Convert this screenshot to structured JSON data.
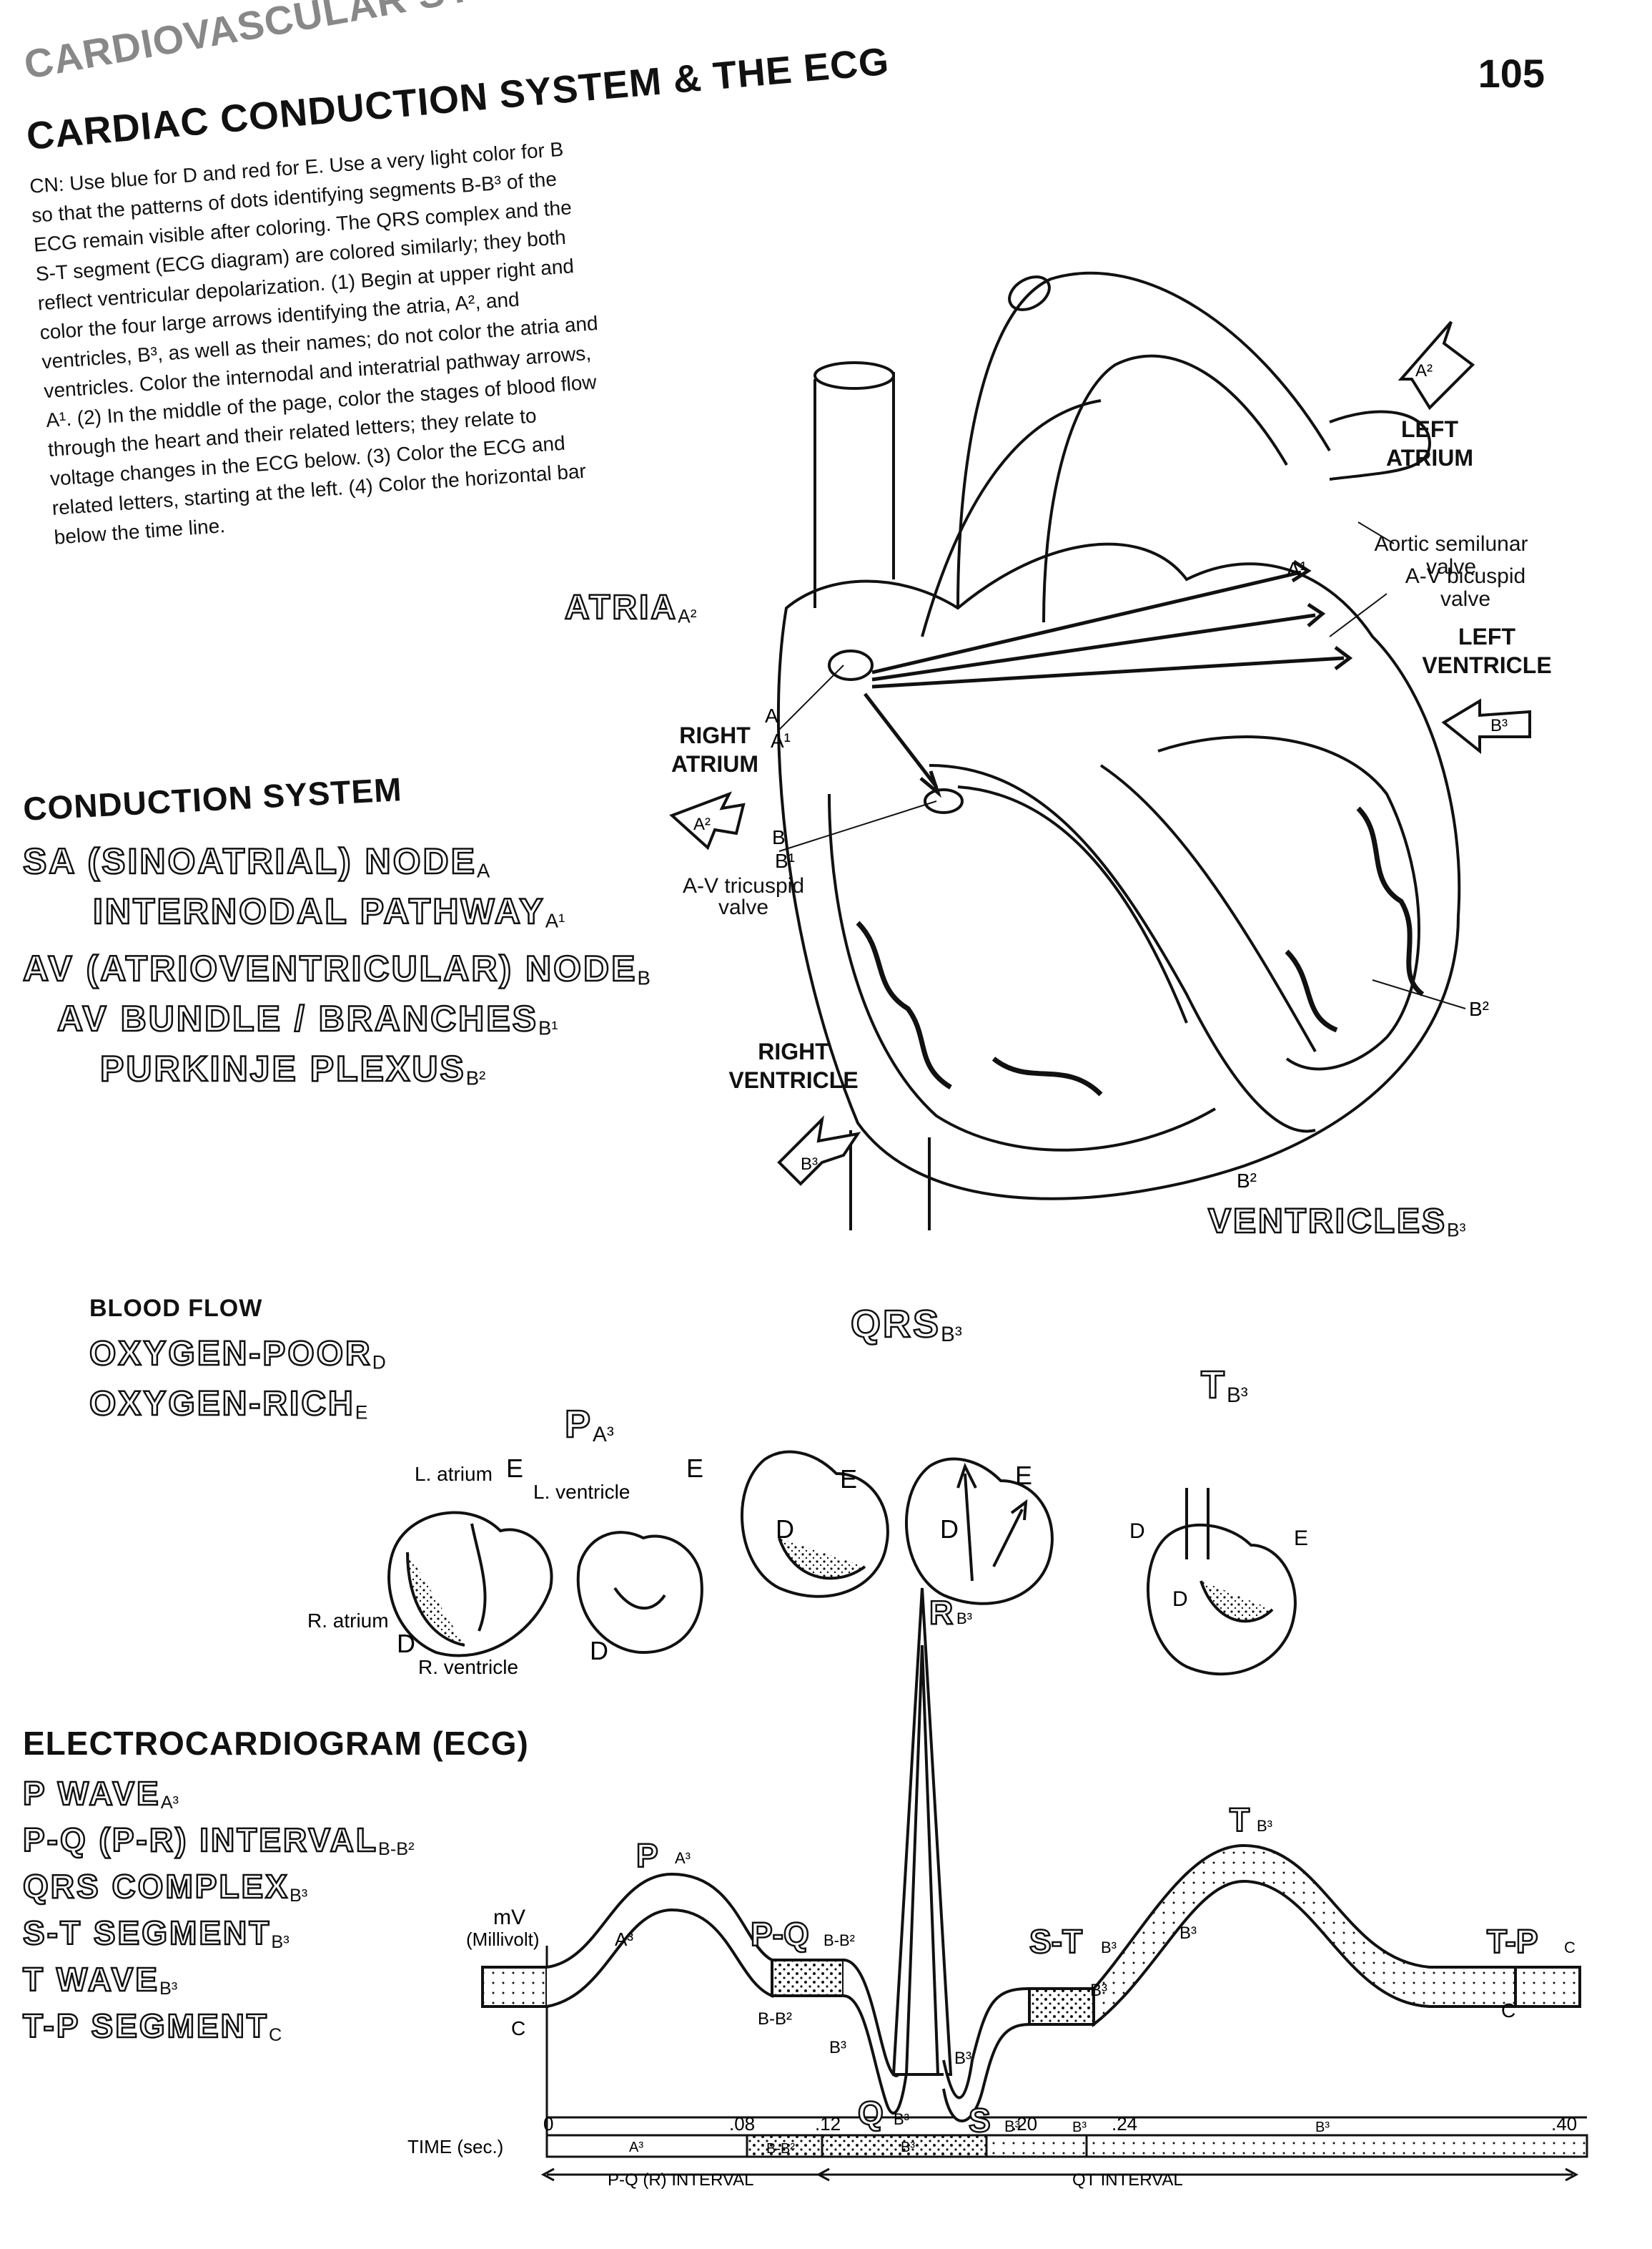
{
  "header": {
    "chapter": "CARDIOVASCULAR SYSTEM",
    "title": "CARDIAC CONDUCTION SYSTEM & THE ECG",
    "page_number": "105"
  },
  "instructions": "CN: Use blue for D and red for E. Use a very light color for B so that the patterns of dots identifying segments B-B³ of the ECG remain visible after coloring. The QRS complex and the S-T segment (ECG diagram) are colored similarly; they both reflect ventricular depolarization. (1) Begin at upper right and color the four large arrows identifying the atria, A², and ventricles, B³, as well as their names; do not color the atria and ventricles. Color the internodal and interatrial pathway arrows, A¹. (2) In the middle of the page, color the stages of blood flow through the heart and their related letters; they relate to voltage changes in the ECG below. (3) Color the ECG and related letters, starting at the left. (4) Color the horizontal bar below the time line.",
  "heart": {
    "atria": {
      "name": "ATRIA",
      "code": "A²"
    },
    "ventricles": {
      "name": "VENTRICLES",
      "code": "B³"
    },
    "labels": {
      "left_atrium": "LEFT ATRIUM",
      "aortic_valve": "Aortic semilunar valve",
      "av_bicuspid": "A-V bicuspid valve",
      "left_ventricle": "LEFT VENTRICLE",
      "right_atrium": "RIGHT ATRIUM",
      "av_tricuspid": "A-V tricuspid valve",
      "right_ventricle": "RIGHT VENTRICLE"
    },
    "letters": {
      "a": "A",
      "a1": "A¹",
      "a2": "A²",
      "b": "B",
      "b1": "B¹",
      "b2": "B²",
      "b3": "B³"
    }
  },
  "conduction": {
    "heading": "CONDUCTION SYSTEM",
    "items": [
      {
        "name": "SA (SINOATRIAL) NODE",
        "code": "A"
      },
      {
        "name": "INTERNODAL PATHWAY",
        "code": "A¹"
      },
      {
        "name": "AV (ATRIOVENTRICULAR) NODE",
        "code": "B"
      },
      {
        "name": "AV BUNDLE / BRANCHES",
        "code": "B¹"
      },
      {
        "name": "PURKINJE PLEXUS",
        "code": "B²"
      }
    ]
  },
  "blood_flow": {
    "heading": "BLOOD FLOW",
    "items": [
      {
        "name": "OXYGEN-POOR",
        "code": "D"
      },
      {
        "name": "OXYGEN-RICH",
        "code": "E"
      }
    ],
    "stages": {
      "p": {
        "name": "P",
        "code": "A³"
      },
      "qrs": {
        "name": "QRS",
        "code": "B³"
      },
      "t": {
        "name": "T",
        "code": "B³"
      }
    },
    "labels": {
      "l_atrium": "L. atrium",
      "l_ventricle": "L. ventricle",
      "r_atrium": "R. atrium",
      "r_ventricle": "R. ventricle",
      "d": "D",
      "e": "E"
    }
  },
  "ecg": {
    "heading": "ELECTROCARDIOGRAM (ECG)",
    "items": [
      {
        "name": "P WAVE",
        "code": "A³"
      },
      {
        "name": "P-Q (P-R) INTERVAL",
        "code": "B-B²"
      },
      {
        "name": "QRS COMPLEX",
        "code": "B³"
      },
      {
        "name": "S-T SEGMENT",
        "code": "B³"
      },
      {
        "name": "T WAVE",
        "code": "B³"
      },
      {
        "name": "T-P SEGMENT",
        "code": "C"
      }
    ],
    "mv_label": "mV",
    "mv_sub": "(Millivolt)",
    "wave_labels": {
      "p": "P",
      "p_code": "A³",
      "pq": "P-Q",
      "pq_code": "B-B²",
      "q": "Q",
      "q_code": "B³",
      "r": "R",
      "r_code": "B³",
      "s": "S",
      "s_code": "B³",
      "st": "S-T",
      "st_code": "B³",
      "t": "T",
      "t_code": "B³",
      "tp": "T-P",
      "tp_code": "C",
      "c": "C",
      "a3": "A³",
      "b3": "B³",
      "bb2": "B-B²"
    },
    "time_label": "TIME (sec.)",
    "time_ticks": [
      "0",
      ".08",
      ".12",
      ".20",
      ".24",
      ".40"
    ],
    "segment_codes": [
      "A³",
      "B-B²",
      "B³",
      "B³",
      "B³"
    ],
    "pq_interval": "P-Q (R) INTERVAL",
    "qt_interval": "QT INTERVAL"
  }
}
